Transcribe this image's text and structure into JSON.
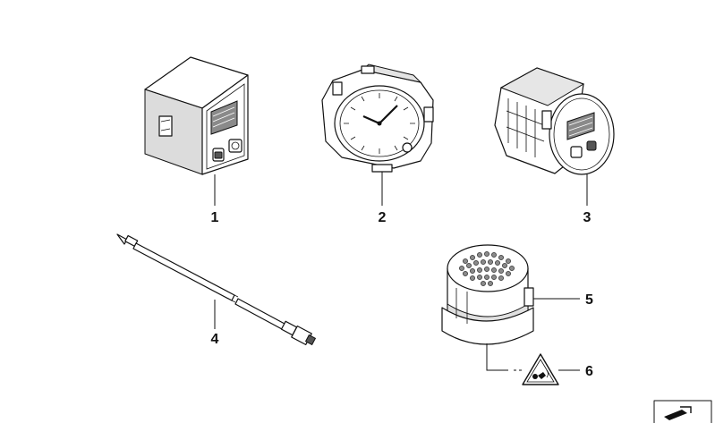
{
  "diagram": {
    "parts": [
      {
        "id": "1",
        "label": "1"
      },
      {
        "id": "2",
        "label": "2"
      },
      {
        "id": "3",
        "label": "3"
      },
      {
        "id": "4",
        "label": "4"
      },
      {
        "id": "5",
        "label": "5"
      },
      {
        "id": "6",
        "label": "6"
      }
    ]
  },
  "colors": {
    "line": "#111111",
    "shade": "#c9c9c9",
    "background": "#ffffff"
  }
}
